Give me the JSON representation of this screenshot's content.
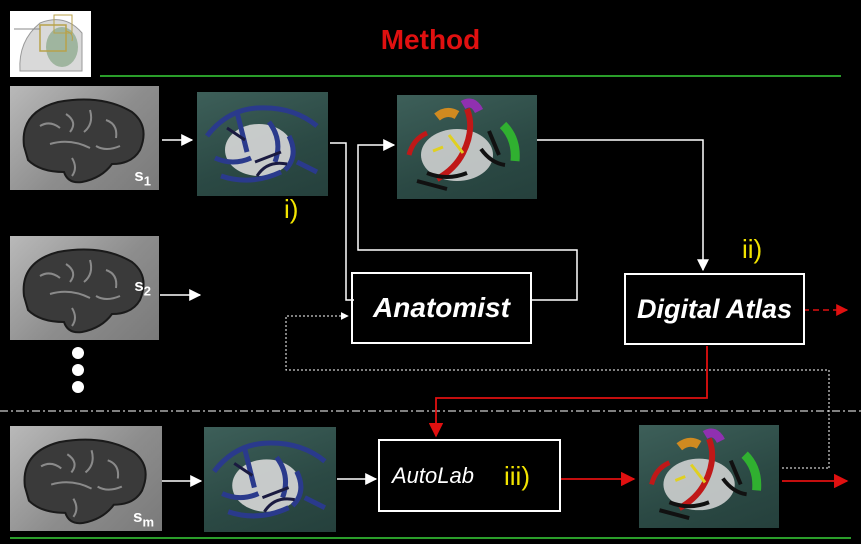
{
  "title": "Method",
  "labels": {
    "s1": "s",
    "s1_sub": "1",
    "s2": "s",
    "s2_sub": "2",
    "sm": "s",
    "sm_sub": "m",
    "step_i": "i)",
    "step_ii": "ii)",
    "step_iii": "iii)"
  },
  "nodes": {
    "anatomist": "Anatomist",
    "digital_atlas": "Digital Atlas",
    "autolab": "AutoLab"
  },
  "colors": {
    "title": "#e01010",
    "green_rule": "#2a9e2a",
    "red_arrow": "#e01010",
    "white_arrow": "#ffffff",
    "step_label": "#f2e400",
    "sulci_blue": "#2a3a8c"
  },
  "icons": [
    "logo-icon",
    "brain-image",
    "sulci-image",
    "labeled-sulci-image",
    "ellipsis-dots"
  ]
}
